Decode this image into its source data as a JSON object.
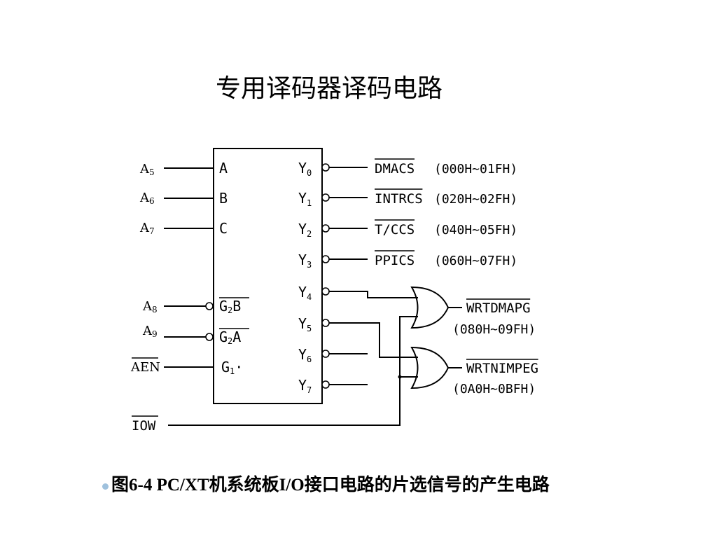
{
  "title": "专用译码器译码电路",
  "caption": "图6-4  PC/XT机系统板I/O接口电路的片选信号的产生电路",
  "decoder": {
    "inputs": [
      {
        "signal": "A5",
        "pin": "A"
      },
      {
        "signal": "A6",
        "pin": "B"
      },
      {
        "signal": "A7",
        "pin": "C"
      },
      {
        "signal": "A8",
        "pin": "G2B"
      },
      {
        "signal": "A9",
        "pin": "G2A"
      },
      {
        "signal": "AEN",
        "pin": "G1"
      }
    ],
    "outputs": [
      "Y0",
      "Y1",
      "Y2",
      "Y3",
      "Y4",
      "Y5",
      "Y6",
      "Y7"
    ],
    "output_signals": [
      {
        "label": "DMACS",
        "range": "(000H~01FH)"
      },
      {
        "label": "INTRCS",
        "range": "(020H~02FH)"
      },
      {
        "label": "T/CCS",
        "range": "(040H~05FH)"
      },
      {
        "label": "PPICS",
        "range": "(060H~07FH)"
      }
    ]
  },
  "gates": [
    {
      "output": "WRTDMAPG",
      "range": "(080H~09FH)"
    },
    {
      "output": "WRTNIMPEG",
      "range": "(0A0H~0BFH)"
    }
  ],
  "iow_label": "IOW"
}
